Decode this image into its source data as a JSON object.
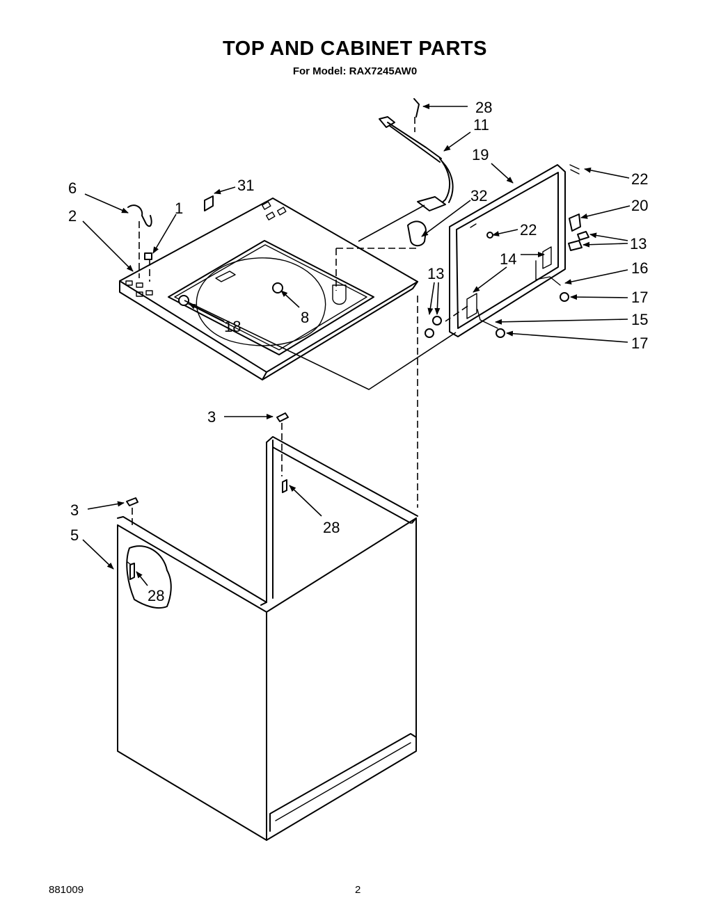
{
  "header": {
    "title": "TOP AND CABINET PARTS",
    "subtitle": "For Model: RAX7245AW0"
  },
  "callouts": {
    "c28a": "28",
    "c11": "11",
    "c19": "19",
    "c22a": "22",
    "c6": "6",
    "c31": "31",
    "c1": "1",
    "c2": "2",
    "c32": "32",
    "c20": "20",
    "c22b": "22",
    "c13a": "13",
    "c14": "14",
    "c13b": "13",
    "c16": "16",
    "c17a": "17",
    "c15": "15",
    "c17b": "17",
    "c18": "18",
    "c8": "8",
    "c3a": "3",
    "c3b": "3",
    "c28b": "28",
    "c5": "5",
    "c28c": "28"
  },
  "footer": {
    "code": "881009",
    "page": "2"
  }
}
